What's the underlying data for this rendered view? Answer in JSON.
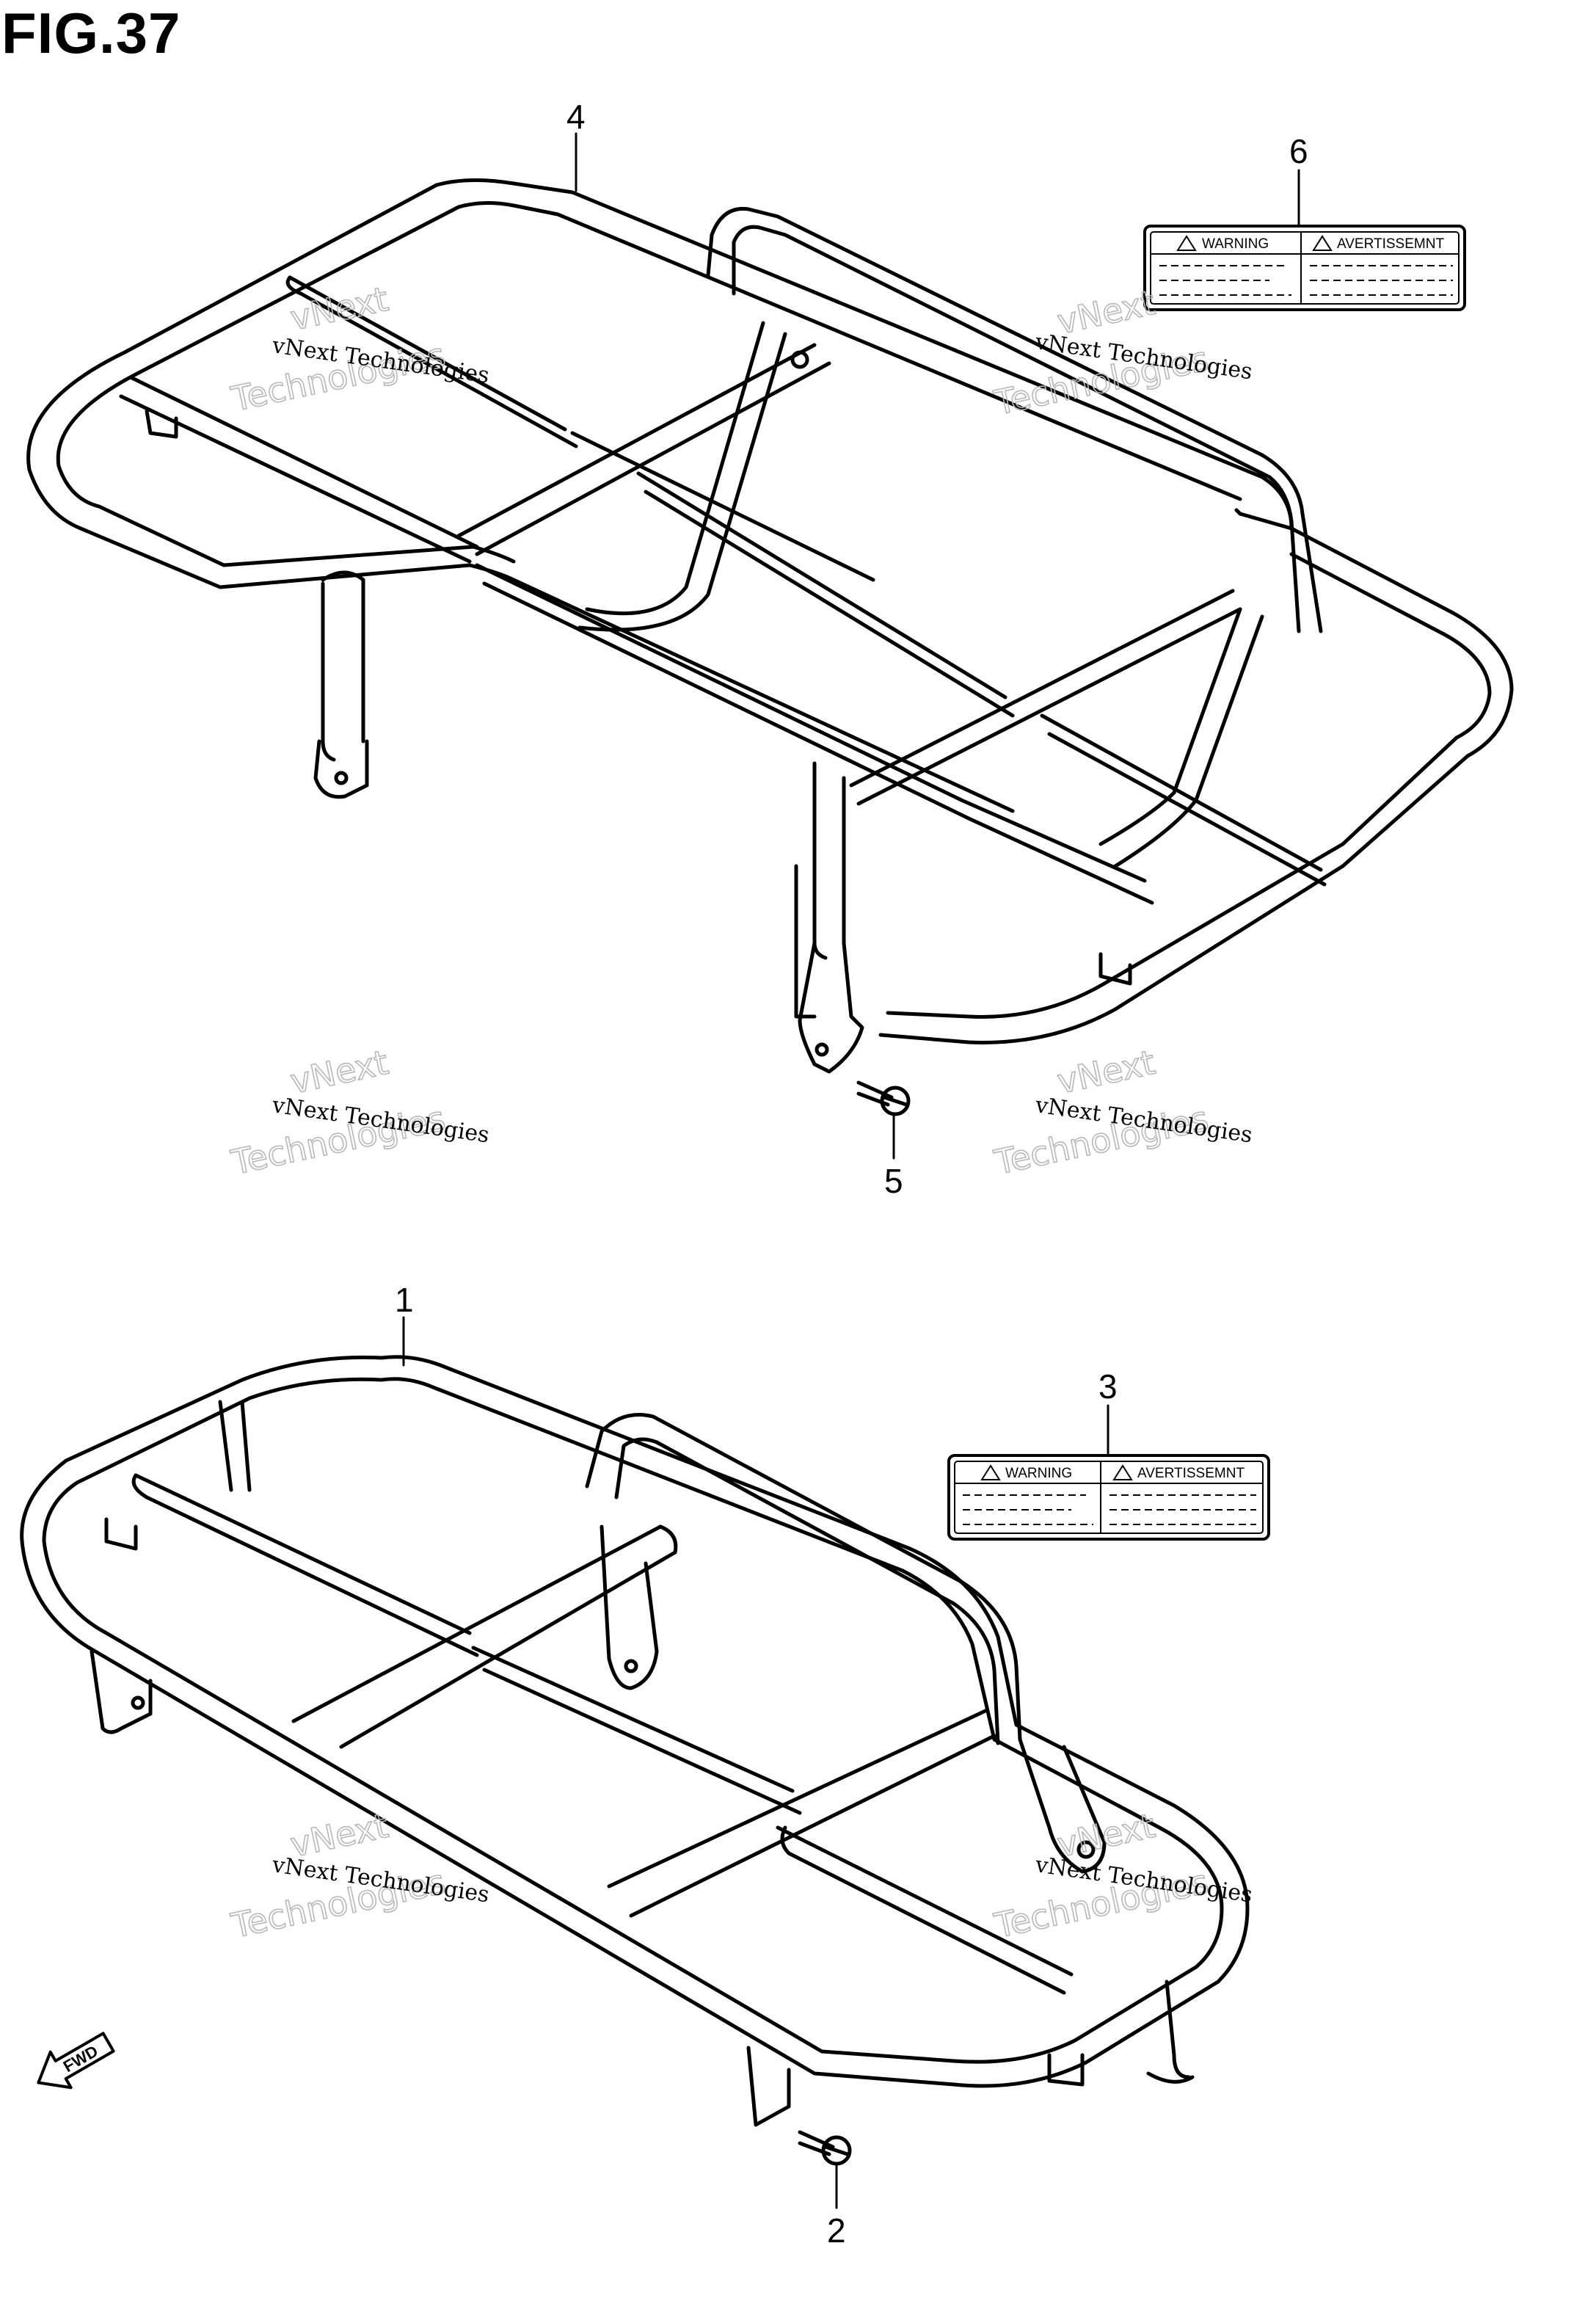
{
  "figure": {
    "title": "FIG.37"
  },
  "callouts": [
    "4",
    "6",
    "5",
    "1",
    "3",
    "2"
  ],
  "labels": {
    "warning": "WARNING",
    "avertissement": "AVERTISSEMNT"
  },
  "watermark": {
    "line1": "vNext Technologies",
    "line2": "vNext",
    "line3": "Technologies"
  },
  "direction_arrow": {
    "text": "FWD"
  }
}
